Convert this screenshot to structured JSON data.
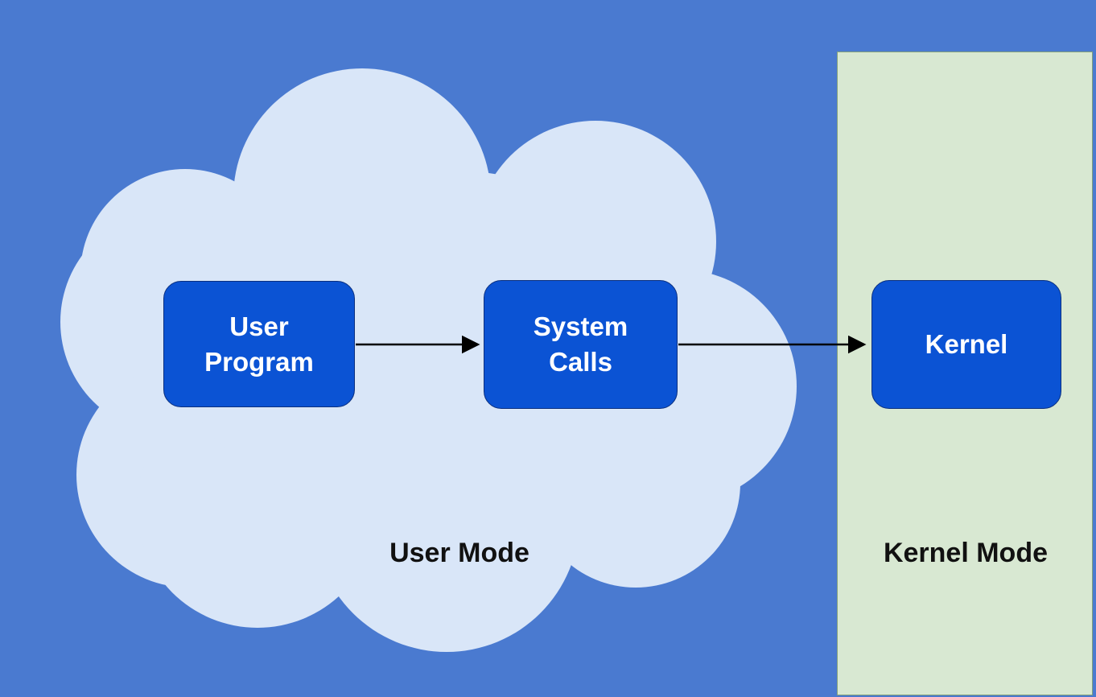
{
  "styles": {
    "background_color": "#4a7ad0",
    "cloud_fill": "#d9e6f8",
    "kernel_panel_fill": "#d8e8d2",
    "kernel_panel_border": "#82a07c",
    "node_fill": "#0b53d4",
    "node_border": "#0a2f7e",
    "node_text_color": "#ffffff",
    "edge_color": "#000000",
    "label_text_color": "#111111"
  },
  "regions": {
    "user_mode": {
      "label": "User Mode"
    },
    "kernel_mode": {
      "label": "Kernel Mode"
    }
  },
  "nodes": [
    {
      "id": "user-program",
      "label": "User Program"
    },
    {
      "id": "system-calls",
      "label": "System Calls"
    },
    {
      "id": "kernel",
      "label": "Kernel"
    }
  ],
  "edges": [
    {
      "from": "user-program",
      "to": "system-calls"
    },
    {
      "from": "system-calls",
      "to": "kernel"
    }
  ]
}
